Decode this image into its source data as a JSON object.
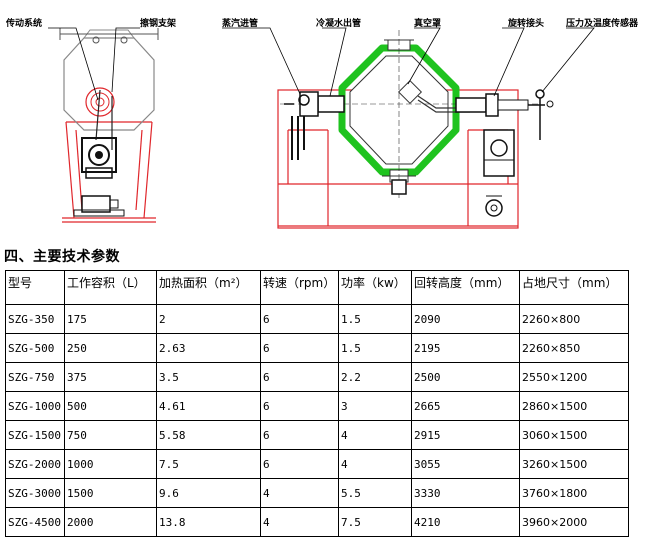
{
  "diagram": {
    "callouts": [
      "传动系统",
      "擦钢支架",
      "蒸汽进管",
      "冷凝水出管",
      "真空罩",
      "旋转接头",
      "压力及温度传感器"
    ]
  },
  "section": {
    "title": "四、主要技术参数"
  },
  "table": {
    "headers": [
      "型号",
      "工作容积（L）",
      "加热面积（m²）",
      "转速（rpm）",
      "功率（kw）",
      "回转高度（mm）",
      "占地尺寸（mm）"
    ],
    "rows": [
      [
        "SZG-350",
        "175",
        "2",
        "6",
        "1.5",
        "2090",
        "2260×800"
      ],
      [
        "SZG-500",
        "250",
        "2.63",
        "6",
        "1.5",
        "2195",
        "2260×850"
      ],
      [
        "SZG-750",
        "375",
        "3.5",
        "6",
        "2.2",
        "2500",
        "2550×1200"
      ],
      [
        "SZG-1000",
        "500",
        "4.61",
        "6",
        "3",
        "2665",
        "2860×1500"
      ],
      [
        "SZG-1500",
        "750",
        "5.58",
        "6",
        "4",
        "2915",
        "3060×1500"
      ],
      [
        "SZG-2000",
        "1000",
        "7.5",
        "6",
        "4",
        "3055",
        "3260×1500"
      ],
      [
        "SZG-3000",
        "1500",
        "9.6",
        "4",
        "5.5",
        "3330",
        "3760×1800"
      ],
      [
        "SZG-4500",
        "2000",
        "13.8",
        "4",
        "7.5",
        "4210",
        "3960×2000"
      ]
    ]
  }
}
